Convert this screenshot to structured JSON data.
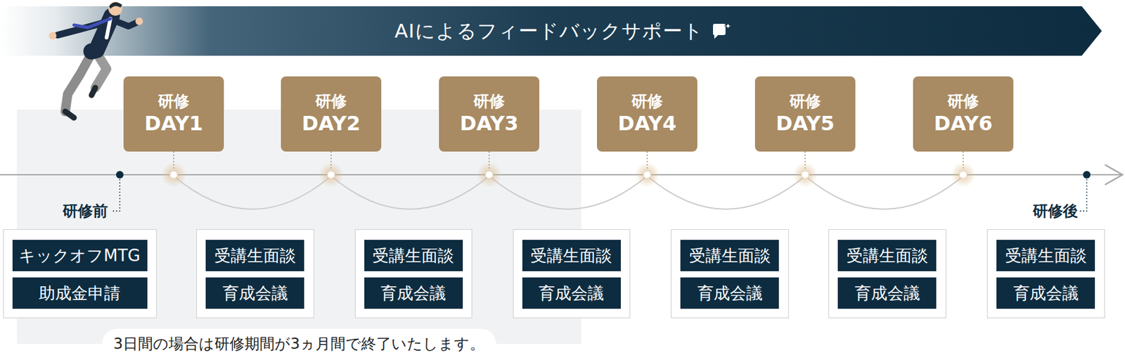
{
  "diagram": {
    "nodes": [
      {
        "text": [
          "AIによるフィードバックサポート"
        ]
      },
      {
        "text": [
          "研修",
          "DAY1"
        ]
      },
      {
        "text": [
          "研修",
          "DAY2"
        ]
      },
      {
        "text": [
          "研修",
          "DAY3"
        ]
      },
      {
        "text": [
          "研修",
          "DAY4"
        ]
      },
      {
        "text": [
          "研修",
          "DAY5"
        ]
      },
      {
        "text": [
          "研修",
          "DAY6"
        ]
      },
      {
        "text": []
      },
      {
        "text": [
          "キックオフMTG"
        ],
        "in": 7
      },
      {
        "text": [
          "助成金申請"
        ],
        "in": 7
      },
      {
        "text": []
      },
      {
        "text": [
          "受講生面談"
        ],
        "in": 10
      },
      {
        "text": [
          "育成会議"
        ],
        "in": 10
      },
      {
        "text": []
      },
      {
        "text": [
          "受講生面談"
        ],
        "in": 13
      },
      {
        "text": [
          "育成会議"
        ],
        "in": 13
      },
      {
        "text": []
      },
      {
        "text": [
          "受講生面談"
        ],
        "in": 16
      },
      {
        "text": [
          "育成会議"
        ],
        "in": 16
      },
      {
        "text": []
      },
      {
        "text": [
          "受講生面談"
        ],
        "in": 19
      },
      {
        "text": [
          "育成会議"
        ],
        "in": 19
      },
      {
        "text": []
      },
      {
        "text": [
          "受講生面談"
        ],
        "in": 22
      },
      {
        "text": [
          "育成会議"
        ],
        "in": 22
      },
      {
        "text": []
      },
      {
        "text": [
          "受講生面談"
        ],
        "in": 25
      },
      {
        "text": [
          "育成会議"
        ],
        "in": 25
      }
    ],
    "labels": [
      "研修前",
      "研修後",
      "3日間の場合は研修期間が3ヵ月間で終了いたします。"
    ]
  }
}
